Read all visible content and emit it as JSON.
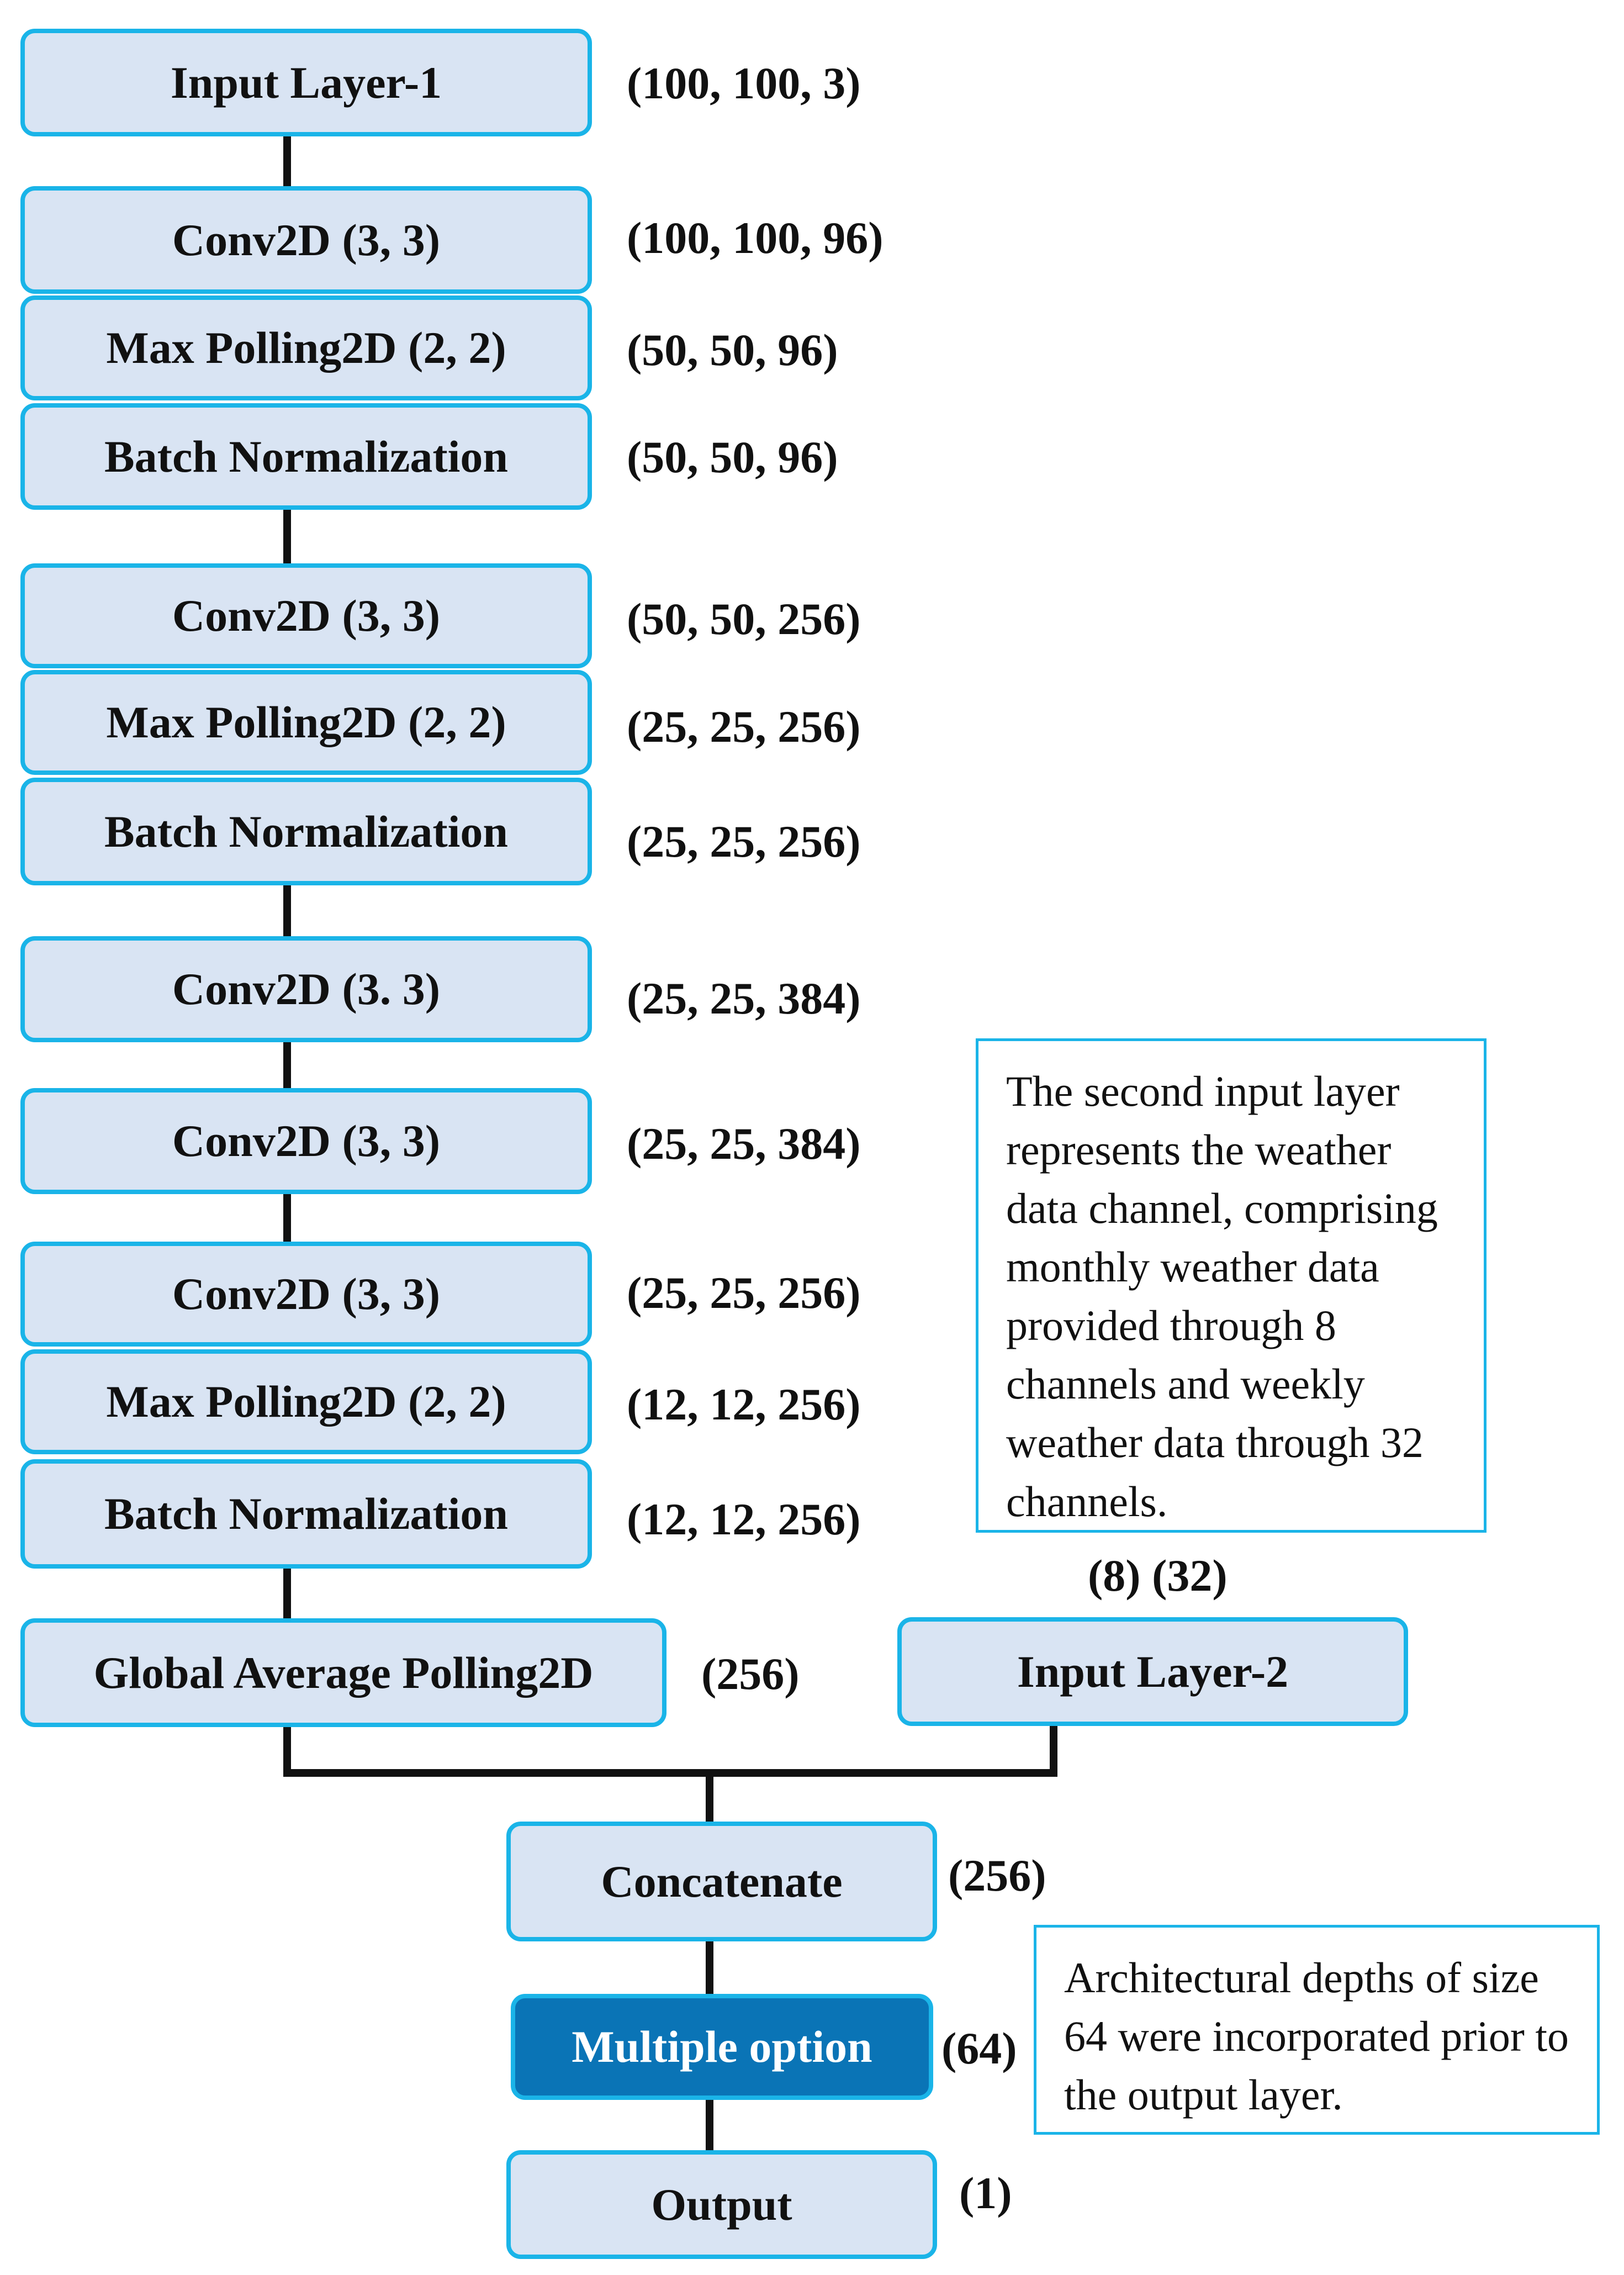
{
  "layers": [
    {
      "id": "input1",
      "label": "Input Layer-1",
      "shape": "(100, 100, 3)"
    },
    {
      "id": "conv1",
      "label": "Conv2D (3, 3)",
      "shape": "(100, 100, 96)"
    },
    {
      "id": "pool1",
      "label": "Max Polling2D (2, 2)",
      "shape": "(50, 50, 96)"
    },
    {
      "id": "bn1",
      "label": "Batch Normalization",
      "shape": "(50, 50, 96)"
    },
    {
      "id": "conv2",
      "label": "Conv2D (3, 3)",
      "shape": "(50, 50, 256)"
    },
    {
      "id": "pool2",
      "label": "Max Polling2D (2, 2)",
      "shape": "(25, 25, 256)"
    },
    {
      "id": "bn2",
      "label": "Batch Normalization",
      "shape": "(25, 25, 256)"
    },
    {
      "id": "conv3",
      "label": "Conv2D (3. 3)",
      "shape": "(25, 25, 384)"
    },
    {
      "id": "conv4",
      "label": "Conv2D (3, 3)",
      "shape": "(25, 25, 384)"
    },
    {
      "id": "conv5",
      "label": "Conv2D (3, 3)",
      "shape": "(25, 25, 256)"
    },
    {
      "id": "pool3",
      "label": "Max Polling2D (2, 2)",
      "shape": "(12, 12, 256)"
    },
    {
      "id": "bn3",
      "label": "Batch Normalization",
      "shape": "(12, 12, 256)"
    },
    {
      "id": "gap",
      "label": "Global Average Polling2D",
      "shape": "(256)"
    },
    {
      "id": "input2",
      "label": "Input Layer-2",
      "shape": "(8) (32)"
    },
    {
      "id": "concat",
      "label": "Concatenate",
      "shape": "(256)"
    },
    {
      "id": "multi",
      "label": "Multiple option",
      "shape": "(64)"
    },
    {
      "id": "output",
      "label": "Output",
      "shape": "(1)"
    }
  ],
  "notes": {
    "weather": "The second input layer represents the weather data channel, comprising monthly weather data provided through 8 channels and weekly weather data through 32 channels.",
    "depth": "Architectural depths of size 64 were incorporated prior to the output layer."
  },
  "colors": {
    "box_fill": "#d9e4f3",
    "box_border": "#1ab4e8",
    "highlight_fill": "#0a74b6",
    "connector": "#111111"
  }
}
